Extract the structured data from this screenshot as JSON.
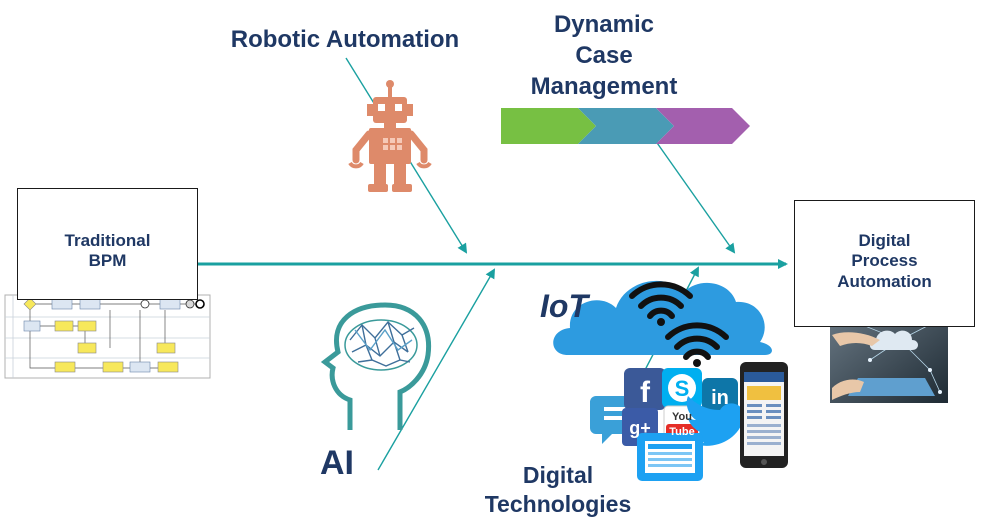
{
  "labels": {
    "robotic": "Robotic Automation",
    "dcm": "Dynamic Case Management",
    "traditional": "Traditional BPM",
    "digital_process": "Digital Process Automation",
    "iot": "IoT",
    "ai": "AI",
    "digital_tech": "Digital Technologies"
  },
  "social_icons": {
    "facebook": "f",
    "skype": "S",
    "linkedin": "in",
    "youtube_top": "You",
    "youtube_bottom": "Tube",
    "googleplus": "g+"
  },
  "colors": {
    "arrow": "#1aa0a0",
    "label": "#1f3864",
    "chevron_green": "#77c043",
    "chevron_blue": "#4a9bb5",
    "chevron_purple": "#a35fae",
    "robot": "#de8a6a",
    "cloud": "#2d9be0",
    "head": "#3a9a9a"
  }
}
